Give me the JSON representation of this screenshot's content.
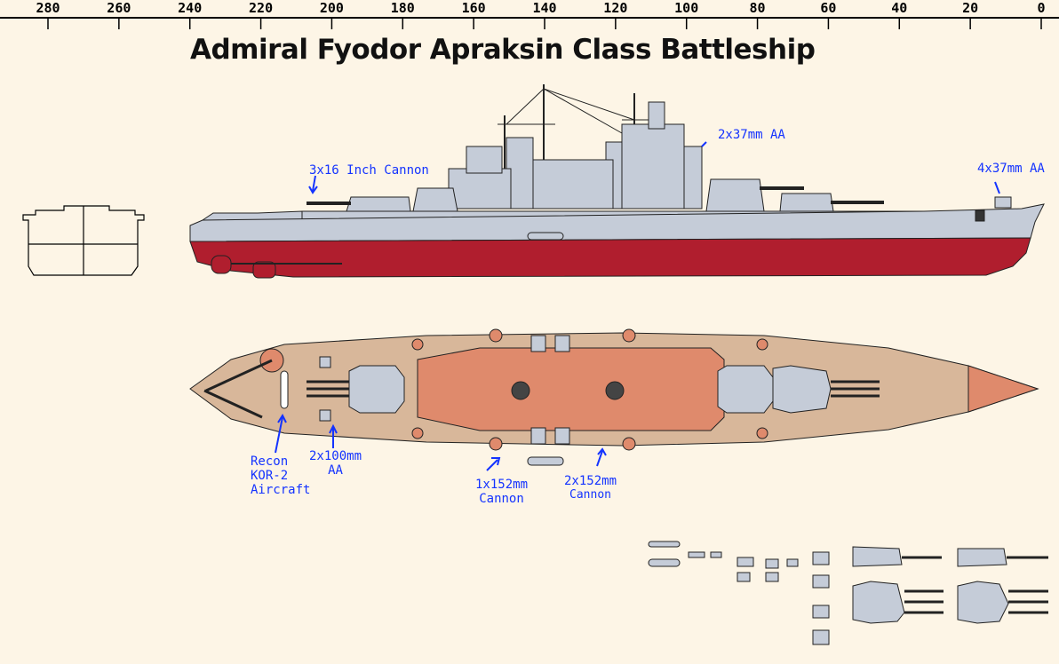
{
  "title": "Admiral Fyodor Apraksin Class Battleship",
  "ruler": {
    "labels": [
      "280",
      "260",
      "240",
      "220",
      "200",
      "180",
      "160",
      "140",
      "120",
      "100",
      "80",
      "60",
      "40",
      "20",
      "0"
    ]
  },
  "annotations": {
    "main_guns": "3x16 Inch Cannon",
    "aa_side_mid": "2x37mm AA",
    "aa_bow": "4x37mm AA",
    "aircraft": [
      "Recon",
      "KOR-2",
      "Aircraft"
    ],
    "aa_100": [
      "2x100mm",
      "AA"
    ],
    "cannon_1x152": [
      "1x152mm",
      "Cannon"
    ],
    "cannon_2x152": [
      "2x152mm",
      "Cannon"
    ]
  },
  "colors": {
    "background": "#fdf5e6",
    "hull_red": "#b01e2e",
    "superstructure_gray": "#c5ccd8",
    "deck_tan": "#d8b79a",
    "deck_salmon": "#df8a6c",
    "annotation_blue": "#1433ff"
  }
}
